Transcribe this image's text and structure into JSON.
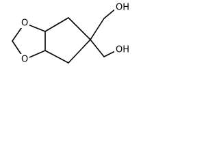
{
  "molecule": {
    "atom_labels": {
      "ring_oxygen_top": "O",
      "ring_oxygen_bottom": "O",
      "hydroxyl_top": "OH",
      "hydroxyl_bottom": "OH"
    }
  }
}
